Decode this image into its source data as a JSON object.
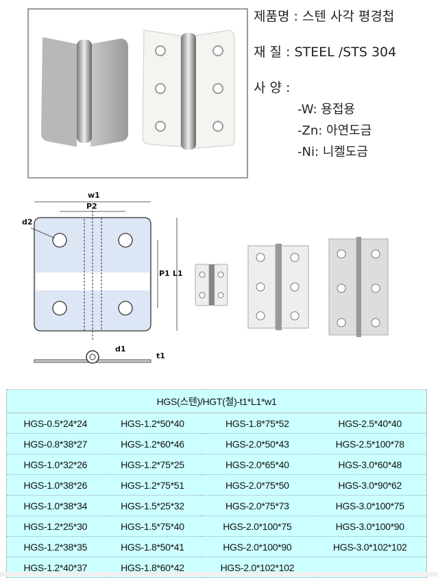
{
  "spec": {
    "name_line": "제품명 : 스텐 사각 평경첩",
    "material_line": "재    질 : STEEL /STS 304",
    "spec_label": "사    양 :",
    "options": [
      "-W: 용접용",
      "-Zn: 아연도금",
      "-Ni: 니켈도금"
    ]
  },
  "drawing": {
    "labels": {
      "w1": "w1",
      "p2": "P2",
      "d2": "d2",
      "p1": "P1",
      "l1": "L1",
      "d1": "d1",
      "t1": "t1"
    }
  },
  "table": {
    "header": "HGS(스텐)/HGT(철)-t1*L1*w1",
    "rows": [
      [
        "HGS-0.5*24*24",
        "HGS-1.2*50*40",
        "HGS-1.8*75*52",
        "HGS-2.5*40*40"
      ],
      [
        "HGS-0.8*38*27",
        "HGS-1.2*60*46",
        "HGS-2.0*50*43",
        "HGS-2.5*100*78"
      ],
      [
        "HGS-1.0*32*26",
        "HGS-1.2*75*25",
        "HGS-2.0*65*40",
        "HGS-3.0*60*48"
      ],
      [
        "HGS-1.0*38*26",
        "HGS-1.2*75*51",
        "HGS-2.0*75*50",
        "HGS-3.0*90*62"
      ],
      [
        "HGS-1.0*38*34",
        "HGS-1.5*25*32",
        "HGS-2.0*75*73",
        "HGS-3.0*100*75"
      ],
      [
        "HGS-1.2*25*30",
        "HGS-1.5*75*40",
        "HGS-2.0*100*75",
        "HGS-3.0*100*90"
      ],
      [
        "HGS-1.2*38*35",
        "HGS-1.8*50*41",
        "HGS-2.0*100*90",
        "HGS-3.0*102*102"
      ],
      [
        "HGS-1.2*40*37",
        "HGS-1.8*60*42",
        "HGS-2.0*102*102",
        ""
      ]
    ]
  }
}
